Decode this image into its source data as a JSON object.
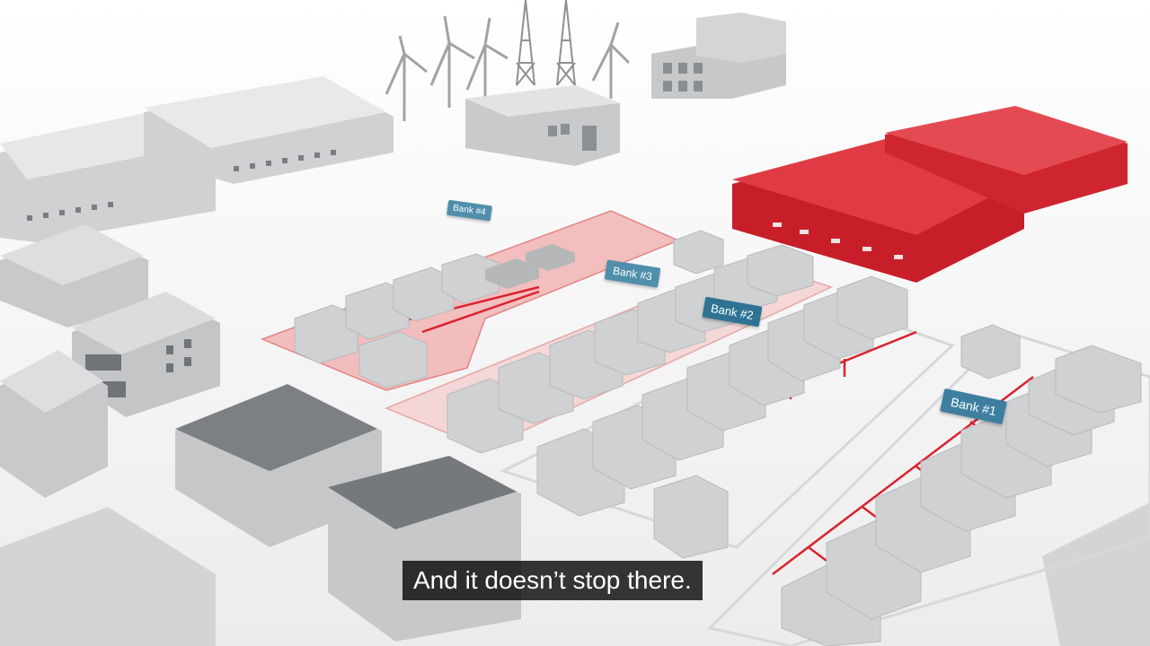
{
  "colors": {
    "background": "#f4f4f4",
    "building": "#cfd1d3",
    "highlight_zone": "#f2b8b8",
    "accent_red": "#d9232e",
    "label_bg": "#4f8fab"
  },
  "bank_labels": [
    {
      "id": "bank4",
      "text": "Bank #4"
    },
    {
      "id": "bank3",
      "text": "Bank #3"
    },
    {
      "id": "bank2",
      "text": "Bank #2"
    },
    {
      "id": "bank1",
      "text": "Bank #1"
    }
  ],
  "subtitle": {
    "text": "And it doesn’t stop there."
  }
}
